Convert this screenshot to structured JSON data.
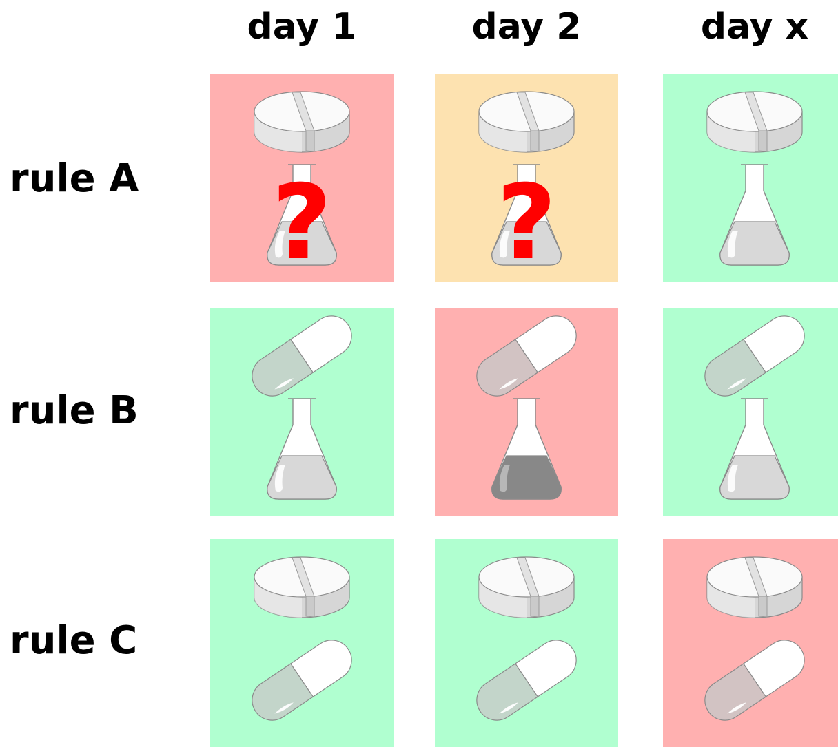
{
  "columns": [
    {
      "label": "day 1"
    },
    {
      "label": "day 2"
    },
    {
      "label": "day x"
    }
  ],
  "rows": [
    {
      "label": "rule A",
      "cells": [
        {
          "bg": "#ffb0b0",
          "top": "tablet",
          "bottom": "flask",
          "flask_fill": "#d8d8d8",
          "question": "?"
        },
        {
          "bg": "#fde2b0",
          "top": "tablet",
          "bottom": "flask",
          "flask_fill": "#d8d8d8",
          "question": "?"
        },
        {
          "bg": "#b0ffd0",
          "top": "tablet",
          "bottom": "flask",
          "flask_fill": "#d8d8d8",
          "question": ""
        }
      ]
    },
    {
      "label": "rule B",
      "cells": [
        {
          "bg": "#b0ffd0",
          "top": "capsule",
          "bottom": "flask",
          "flask_fill": "#d8d8d8",
          "question": ""
        },
        {
          "bg": "#ffb0b0",
          "top": "capsule",
          "bottom": "flask",
          "flask_fill": "#888888",
          "question": ""
        },
        {
          "bg": "#b0ffd0",
          "top": "capsule",
          "bottom": "flask",
          "flask_fill": "#d8d8d8",
          "question": ""
        }
      ]
    },
    {
      "label": "rule C",
      "cells": [
        {
          "bg": "#b0ffd0",
          "top": "tablet",
          "bottom": "capsule",
          "question": ""
        },
        {
          "bg": "#b0ffd0",
          "top": "tablet",
          "bottom": "capsule",
          "question": ""
        },
        {
          "bg": "#ffb0b0",
          "top": "tablet",
          "bottom": "capsule",
          "question": ""
        }
      ]
    }
  ],
  "colors": {
    "red": "#ffb0b0",
    "orange": "#fde2b0",
    "green": "#b0ffd0",
    "question_mark": "#ff0000"
  },
  "icons": [
    "tablet-icon",
    "capsule-icon",
    "flask-icon"
  ]
}
